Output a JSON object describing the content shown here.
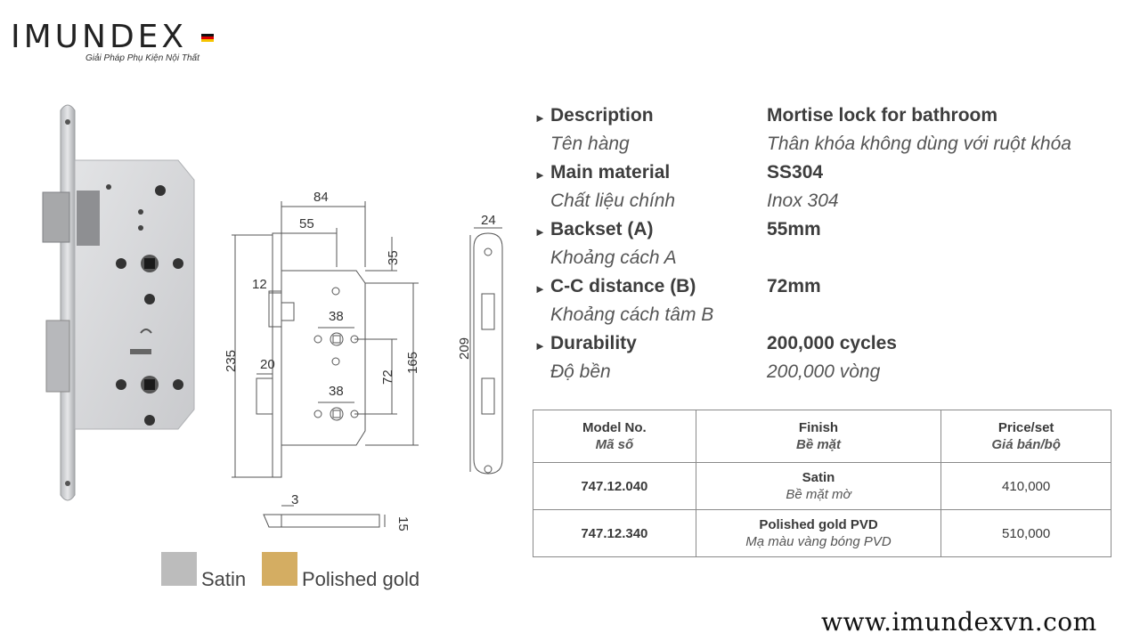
{
  "brand": {
    "name": "IMUNDEX",
    "tagline": "Giải Pháp Phụ Kiện Nội Thất"
  },
  "drawing": {
    "dims": {
      "d84": "84",
      "d55": "55",
      "d35": "35",
      "d12": "12",
      "d38a": "38",
      "d38b": "38",
      "d20": "20",
      "d72": "72",
      "d165": "165",
      "d235": "235",
      "d24": "24",
      "d209": "209",
      "d3": "3",
      "d15": "15"
    }
  },
  "swatches": [
    {
      "label": "Satin",
      "color": "#bcbcbc"
    },
    {
      "label": "Polished gold",
      "color": "#d4ad62"
    }
  ],
  "specs": [
    {
      "label": "Description",
      "label_vi": "Tên hàng",
      "value": "Mortise lock for bathroom",
      "value_vi": "Thân khóa không dùng với ruột khóa"
    },
    {
      "label": "Main material",
      "label_vi": "Chất liệu chính",
      "value": "SS304",
      "value_vi": "Inox 304"
    },
    {
      "label": "Backset (A)",
      "label_vi": "Khoảng cách A",
      "value": "55mm",
      "value_vi": ""
    },
    {
      "label": "C-C distance (B)",
      "label_vi": "Khoảng cách tâm B",
      "value": "72mm",
      "value_vi": ""
    },
    {
      "label": "Durability",
      "label_vi": "Độ bền",
      "value": "200,000 cycles",
      "value_vi": "200,000 vòng"
    }
  ],
  "table": {
    "headers": [
      {
        "en": "Model No.",
        "vi": "Mã số"
      },
      {
        "en": "Finish",
        "vi": "Bề mặt"
      },
      {
        "en": "Price/set",
        "vi": "Giá bán/bộ"
      }
    ],
    "rows": [
      {
        "model": "747.12.040",
        "finish": "Satin",
        "finish_vi": "Bề mặt mờ",
        "price": "410,000"
      },
      {
        "model": "747.12.340",
        "finish": "Polished gold PVD",
        "finish_vi": "Mạ màu vàng bóng PVD",
        "price": "510,000"
      }
    ]
  },
  "website": "www.imundexvn.com",
  "colors": {
    "text": "#3d3d3d",
    "steel": "#d9dadc",
    "line": "#555555"
  }
}
